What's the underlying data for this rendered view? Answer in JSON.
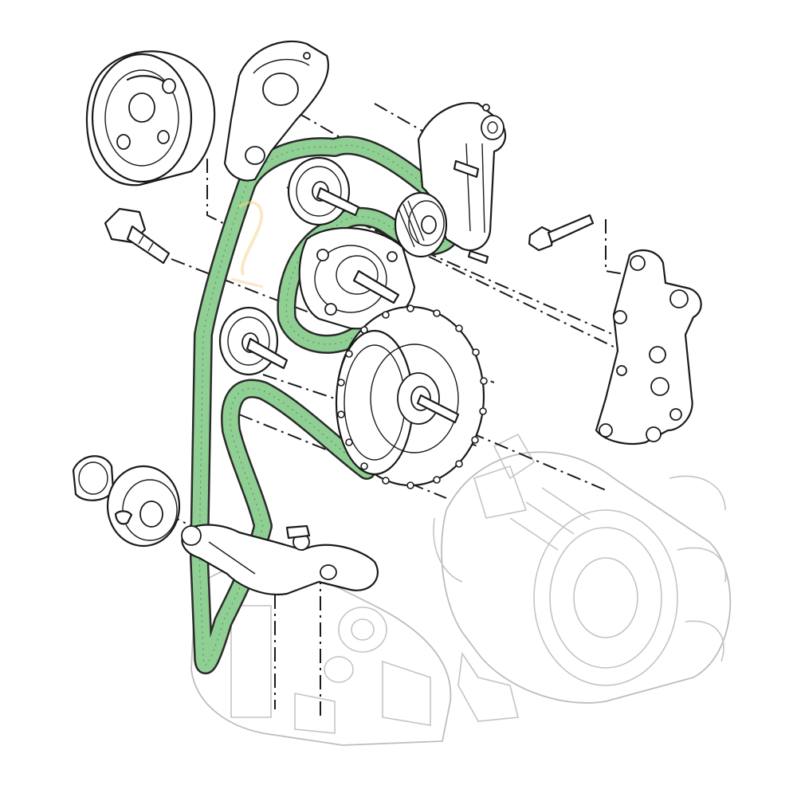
{
  "diagram": {
    "belt_color": "#8fcf93",
    "belt_edge_color": "#2a2a2a",
    "line_color": "#1a1a1a",
    "ghost_color": "#bdbdbd",
    "watermark_color": "#f2d58a",
    "background": "#ffffff"
  },
  "components": [
    {
      "name": "pulley-wheel"
    },
    {
      "name": "tensioner-cover"
    },
    {
      "name": "mounting-bolt"
    },
    {
      "name": "idler-pulley-upper"
    },
    {
      "name": "idler-pulley-left"
    },
    {
      "name": "water-pump"
    },
    {
      "name": "crankshaft-pulley"
    },
    {
      "name": "auto-tensioner"
    },
    {
      "name": "accessory-bracket"
    },
    {
      "name": "small-idler-pulley"
    },
    {
      "name": "tensioner-arm"
    },
    {
      "name": "alternator"
    },
    {
      "name": "ac-compressor"
    },
    {
      "name": "drive-belt"
    }
  ]
}
